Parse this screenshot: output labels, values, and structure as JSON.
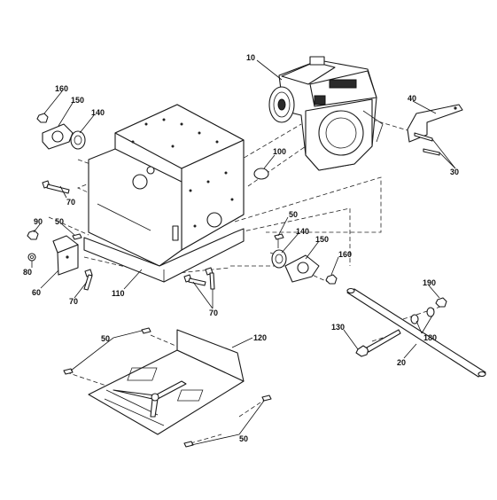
{
  "callouts": {
    "c10": "10",
    "c20": "20",
    "c30": "30",
    "c40": "40",
    "c50a": "50",
    "c50b": "50",
    "c50c": "50",
    "c50d": "50",
    "c60": "60",
    "c70a": "70",
    "c70b": "70",
    "c70c": "70",
    "c80": "80",
    "c90": "90",
    "c100": "100",
    "c110": "110",
    "c120": "120",
    "c130": "130",
    "c140a": "140",
    "c140b": "140",
    "c150a": "150",
    "c150b": "150",
    "c160a": "160",
    "c160b": "160",
    "c180": "180",
    "c190": "190"
  }
}
